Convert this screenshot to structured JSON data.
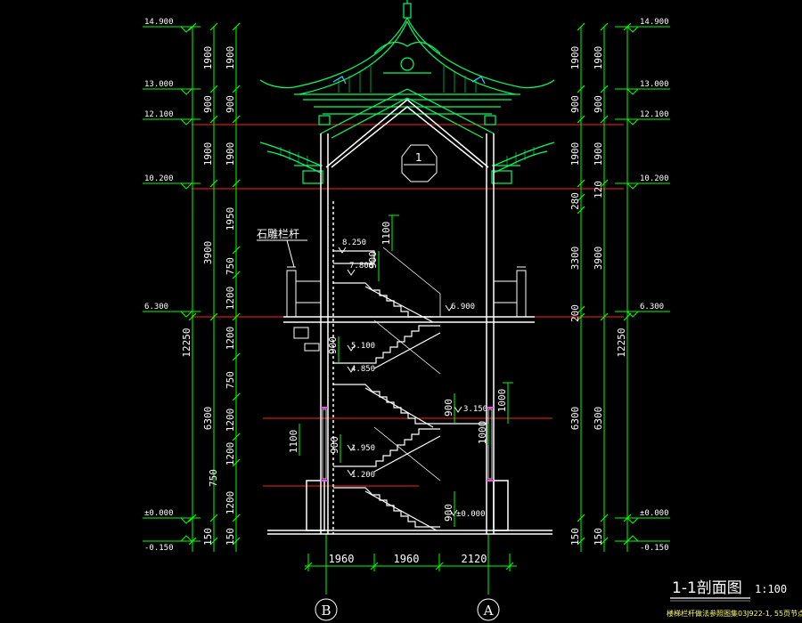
{
  "drawing": {
    "title": "1-1剖面图",
    "scale": "1:100",
    "note": "楼梯栏杆做法参照图集03J922-1,   55页节点7",
    "callout_stone_railing": "石雕栏杆",
    "section_mark": "1",
    "colors": {
      "background": "#000000",
      "roof": "#00ff66",
      "dimension": "#00ff00",
      "level_line": "#ff2222",
      "wall": "#ffffff",
      "window": "#ff44ff"
    }
  },
  "left_levels": [
    "14.900",
    "13.000",
    "12.100",
    "10.200",
    "6.300",
    "±0.000",
    "-0.150"
  ],
  "right_levels": [
    "14.900",
    "13.000",
    "12.100",
    "10.200",
    "6.300",
    "±0.000",
    "-0.150"
  ],
  "left_dims_inner": [
    "1900",
    "900",
    "1900",
    "1950",
    "750",
    "1200",
    "1200",
    "750",
    "1200",
    "1200",
    "750",
    "1200",
    "150"
  ],
  "left_dims_mid": [
    "1900",
    "900",
    "1900",
    "3900",
    "6300",
    "150"
  ],
  "left_dims_outer": [
    "12250"
  ],
  "right_dims_inner": [
    "1900",
    "900",
    "1900",
    "120",
    "280",
    "3300",
    "200",
    "6300",
    "150"
  ],
  "right_dims_mid": [
    "1900",
    "900",
    "1900",
    "3900",
    "6300",
    "150"
  ],
  "right_dims_outer": [
    "12250"
  ],
  "stair_levels": [
    "8.250",
    "7.800",
    "6.900",
    "5.100",
    "4.850",
    "3.150",
    "1.950",
    "1.200",
    "±0.000"
  ],
  "stair_dims": [
    "1100",
    "900",
    "900",
    "900",
    "1000",
    "1000",
    "1100",
    "900",
    "900"
  ],
  "bottom_dims": [
    "1960",
    "1960",
    "2120"
  ],
  "axes": [
    "B",
    "A"
  ]
}
